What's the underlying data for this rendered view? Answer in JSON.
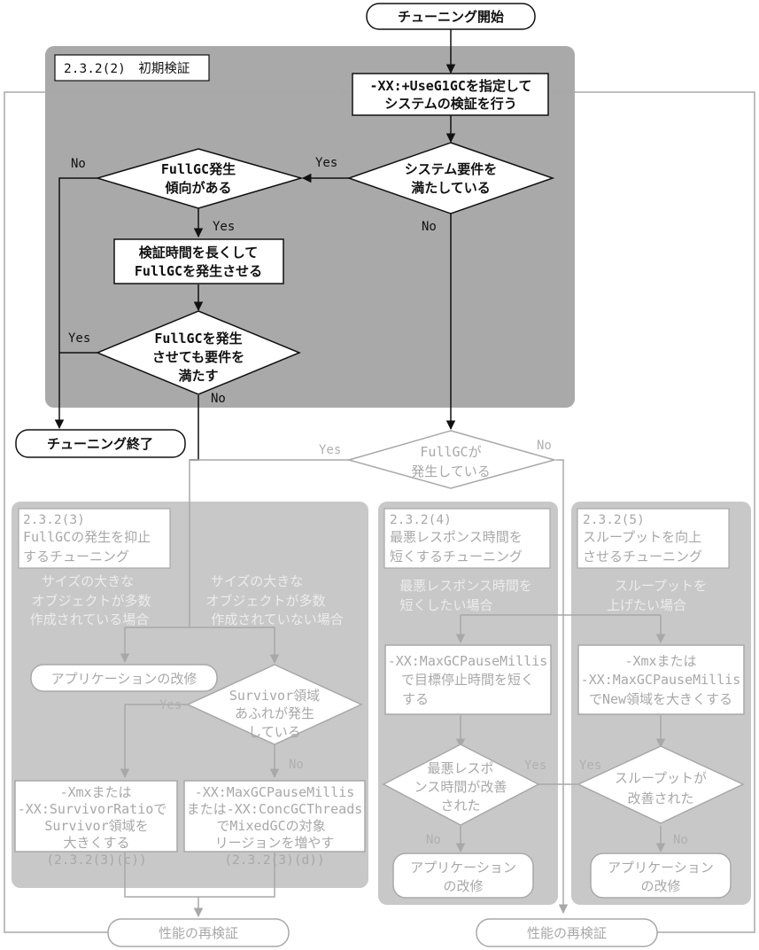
{
  "start": {
    "label": "チューニング開始"
  },
  "end": {
    "label": "チューニング終了"
  },
  "initial": {
    "title": "2.3.2(2)　初期検証",
    "use_g1": [
      "-XX:+UseG1GCを指定して",
      "システムの検証を行う"
    ],
    "requirements": [
      "システム要件を",
      "満たしている"
    ],
    "fullgc_trend": [
      "FullGC発生",
      "傾向がある"
    ],
    "extend": [
      "検証時間を長くして",
      "FullGCを発生させる"
    ],
    "fullgc_met": [
      "FullGCを発生",
      "させても要件を",
      "満たす"
    ]
  },
  "fullgc_occurs": [
    "FullGCが",
    "発生している"
  ],
  "labels": {
    "yes": "Yes",
    "no": "No"
  },
  "sec3": {
    "title": [
      "2.3.2(3)",
      "FullGCの発生を抑止",
      "するチューニング"
    ],
    "case_many": [
      "サイズの大きな",
      "オブジェクトが多数",
      "作成されている場合"
    ],
    "case_few": [
      "サイズの大きな",
      "オブジェクトが多数",
      "作成されていない場合"
    ],
    "app_fix": "アプリケーションの改修",
    "survivor": [
      "Survivor領域",
      "あふれが発生",
      "している"
    ],
    "action_c": [
      "-Xmxまたは",
      "-XX:SurvivorRatioで",
      "Survivor領域を",
      "大きくする",
      "(2.3.2(3)(c))"
    ],
    "action_d": [
      "-XX:MaxGCPauseMillis",
      "または-XX:ConcGCThreads",
      "でMixedGCの対象",
      "リージョンを増やす",
      "(2.3.2(3)(d))"
    ]
  },
  "sec4": {
    "title": [
      "2.3.2(4)",
      "最悪レスポンス時間を",
      "短くするチューニング"
    ],
    "case": [
      "最悪レスポンス時間を",
      "短くしたい場合"
    ],
    "action": [
      "-XX:MaxGCPauseMillis",
      "で目標停止時間を短く",
      "する"
    ],
    "check": [
      "最悪レスポ",
      "ンス時間が改善",
      "された"
    ],
    "app_fix": [
      "アプリケーション",
      "の改修"
    ]
  },
  "sec5": {
    "title": [
      "2.3.2(5)",
      "スループットを向上",
      "させるチューニング"
    ],
    "case": [
      "スループットを",
      "上げたい場合"
    ],
    "action": [
      "-Xmxまたは",
      "-XX:MaxGCPauseMillis",
      "でNew領域を大きくする"
    ],
    "check": [
      "スループットが",
      "改善された"
    ],
    "app_fix": [
      "アプリケーション",
      "の改修"
    ]
  },
  "recheck_left": "性能の再検証",
  "recheck_right": "性能の再検証",
  "colors": {
    "panel_dark": "#a9a9a9",
    "panel_light": "#c8c8c8",
    "line_dark": "#111111",
    "line_gray": "#a8a8a8"
  }
}
